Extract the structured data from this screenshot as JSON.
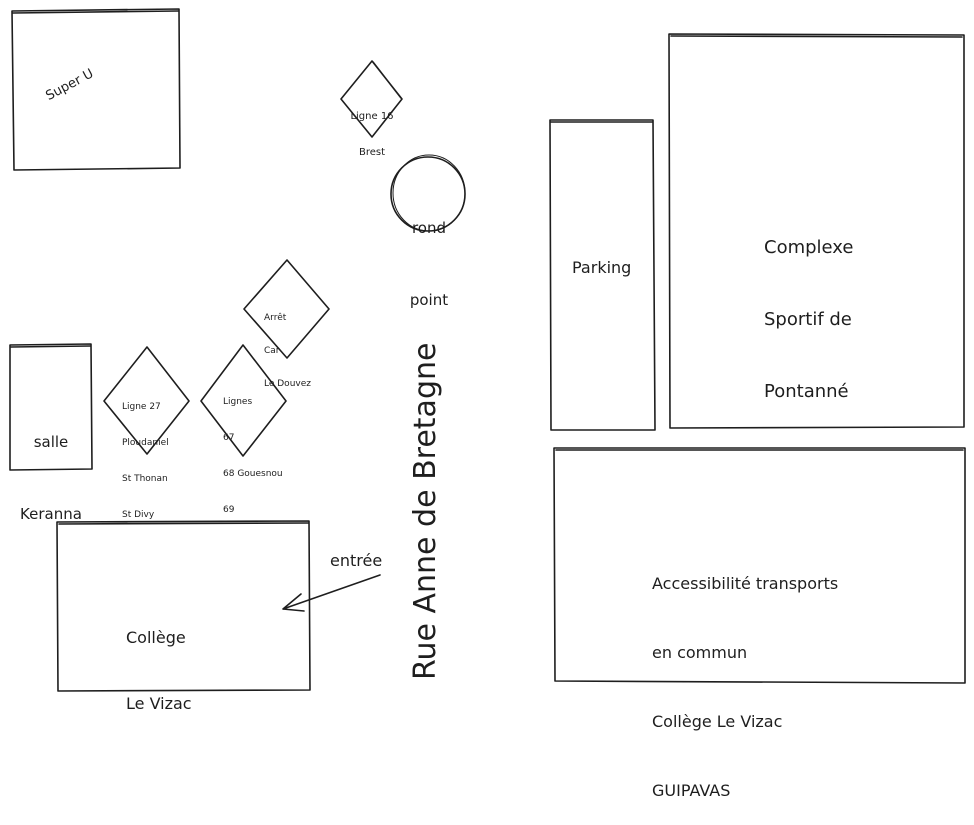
{
  "diagram": {
    "super_u": "Super U",
    "ligne16": [
      "Ligne 16",
      "Brest"
    ],
    "rond_point": [
      "rond",
      "point"
    ],
    "arret_car": [
      "Arrêt",
      "Car",
      "Le Douvez"
    ],
    "ligne27": [
      "Ligne 27",
      "Ploudaniel",
      "St Thonan",
      "St Divy"
    ],
    "lignes": [
      "Lignes",
      "67",
      "68 Gouesnou",
      "69"
    ],
    "salle": [
      "salle",
      "Keranna"
    ],
    "college": [
      "Collège",
      "Le Vizac"
    ],
    "entree": "entrée",
    "street": "Rue Anne de Bretagne",
    "parking": "Parking",
    "complexe": [
      "Complexe",
      "Sportif de",
      "Pontanné"
    ],
    "info": [
      "Accessibilité transports",
      "en commun",
      "Collège Le Vizac",
      "GUIPAVAS"
    ]
  },
  "colors": {
    "ink": "#1e1e1e",
    "background": "#ffffff"
  }
}
